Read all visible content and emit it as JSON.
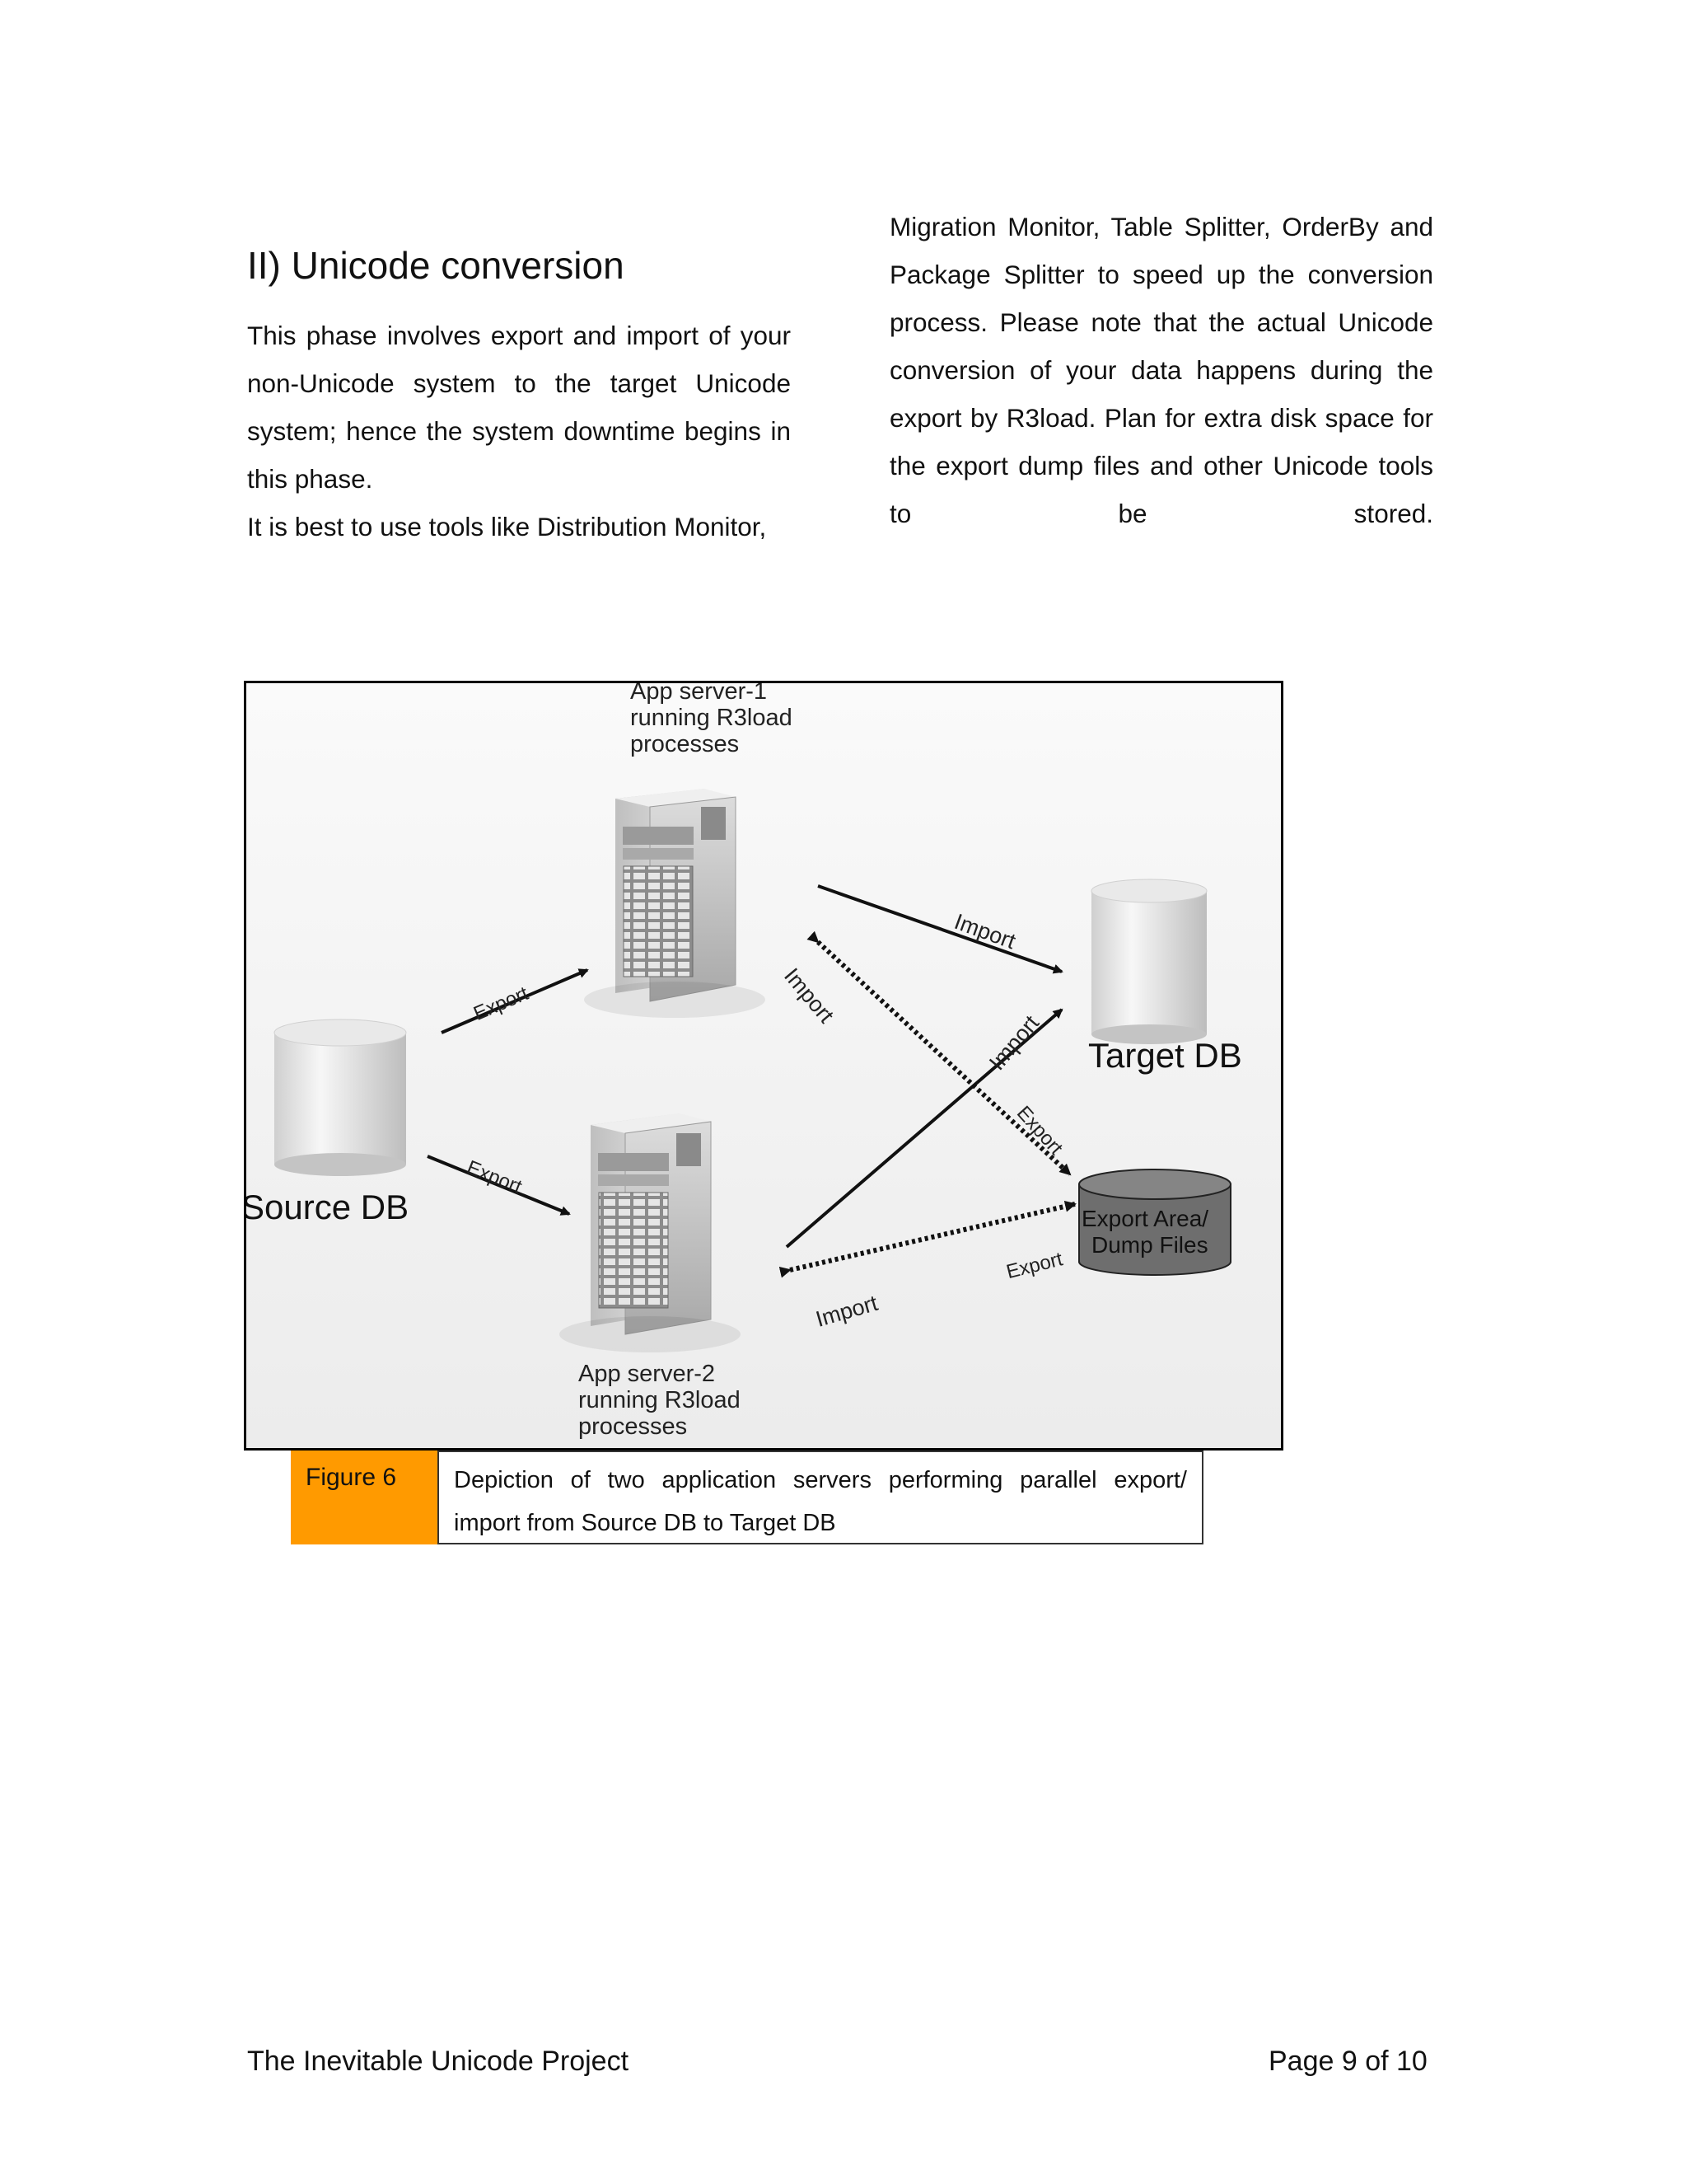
{
  "section": {
    "heading": "II) Unicode conversion",
    "left_paragraph_1": "This phase involves export and import of your non-Unicode system to the target Unicode system; hence the system downtime begins in this phase.",
    "left_paragraph_2": "It is best to use tools like Distribution Monitor,",
    "right_paragraph": "Migration Monitor, Table Splitter, OrderBy and Package Splitter to speed up the conversion process.  Please note that the actual Unicode conversion of your data happens during the export by R3load. Plan for extra disk space for the export dump files and other Unicode tools to be stored."
  },
  "figure": {
    "app_server_1": [
      "App server-1",
      "running R3load",
      "processes"
    ],
    "app_server_2": [
      "App server-2",
      "running R3load",
      "processes"
    ],
    "source_db": "Source DB",
    "target_db": "Target DB",
    "export_area": [
      "Export Area/",
      "Dump Files"
    ],
    "arrow_labels": {
      "export_to_server1": "Export",
      "export_to_server2": "Export",
      "server1_import_target": "Import",
      "server1_import_from_area": "Import",
      "server2_import_target": "Import",
      "server1_export_area": "Export",
      "server2_export_area": "Export",
      "server2_import_from_area": "Import"
    },
    "colors": {
      "caption_tag": "#ff9a00",
      "export_area_fill": "#6e6e6e"
    }
  },
  "caption": {
    "tag": "Figure 6",
    "line1": "Depiction of two application servers performing parallel export/",
    "line2": "import from Source DB to Target DB"
  },
  "footer": {
    "title": "The Inevitable Unicode Project",
    "page": "Page 9 of 10"
  }
}
